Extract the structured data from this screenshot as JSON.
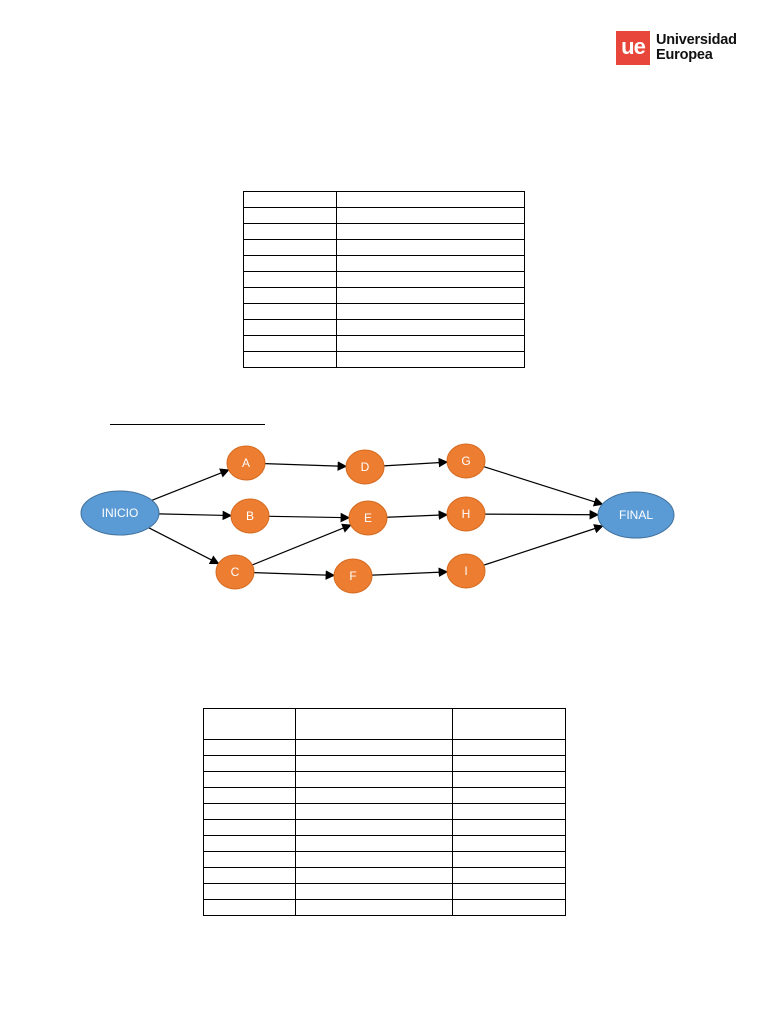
{
  "logo": {
    "mark": "ue",
    "line1": "Universidad",
    "line2": "Europea",
    "color": "#e8463a"
  },
  "colors": {
    "activity_node": "#ed7d31",
    "terminal_node": "#5b9bd5"
  },
  "diagram": {
    "nodes": [
      {
        "id": "inicio",
        "label": "INICIO",
        "kind": "terminal"
      },
      {
        "id": "a",
        "label": "A",
        "kind": "activity"
      },
      {
        "id": "b",
        "label": "B",
        "kind": "activity"
      },
      {
        "id": "c",
        "label": "C",
        "kind": "activity"
      },
      {
        "id": "d",
        "label": "D",
        "kind": "activity"
      },
      {
        "id": "e",
        "label": "E",
        "kind": "activity"
      },
      {
        "id": "f",
        "label": "F",
        "kind": "activity"
      },
      {
        "id": "g",
        "label": "G",
        "kind": "activity"
      },
      {
        "id": "h",
        "label": "H",
        "kind": "activity"
      },
      {
        "id": "i",
        "label": "I",
        "kind": "activity"
      },
      {
        "id": "final",
        "label": "FINAL",
        "kind": "terminal"
      }
    ],
    "edges": [
      [
        "inicio",
        "a"
      ],
      [
        "inicio",
        "b"
      ],
      [
        "inicio",
        "c"
      ],
      [
        "a",
        "d"
      ],
      [
        "b",
        "e"
      ],
      [
        "c",
        "e"
      ],
      [
        "c",
        "f"
      ],
      [
        "d",
        "g"
      ],
      [
        "e",
        "h"
      ],
      [
        "f",
        "i"
      ],
      [
        "g",
        "final"
      ],
      [
        "h",
        "final"
      ],
      [
        "i",
        "final"
      ]
    ]
  }
}
